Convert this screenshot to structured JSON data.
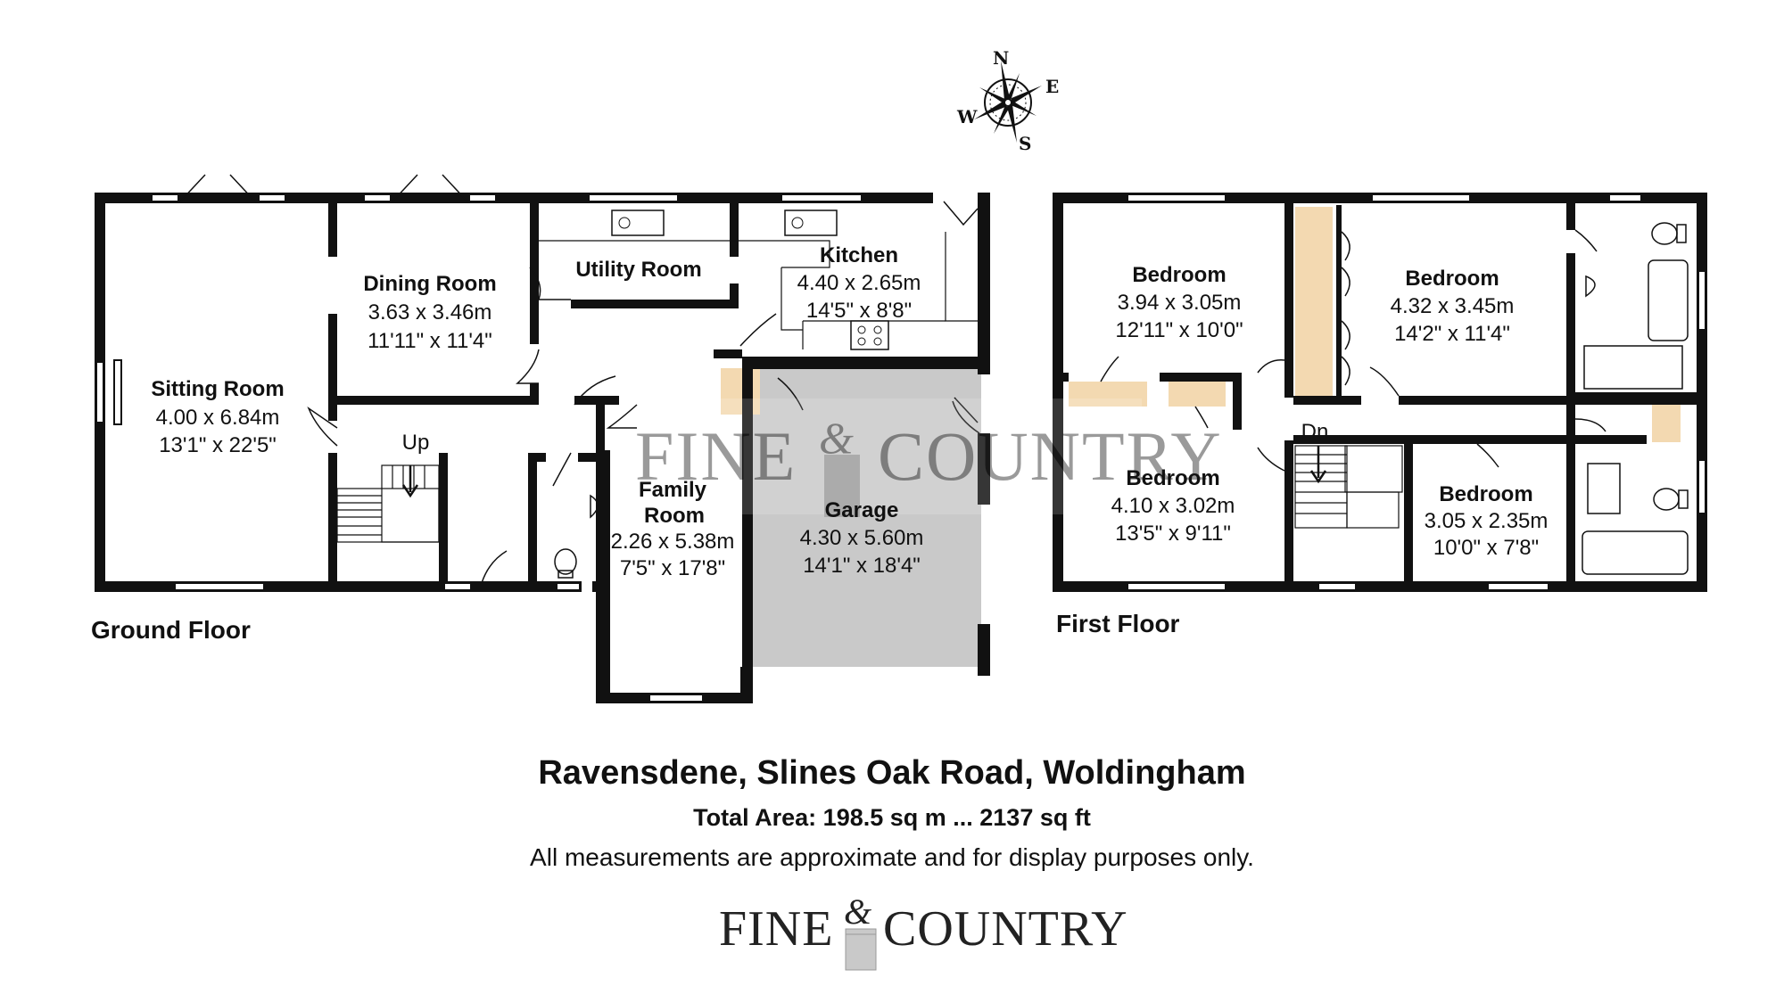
{
  "compass": {
    "n": "N",
    "e": "E",
    "s": "S",
    "w": "W"
  },
  "floors": {
    "ground": "Ground Floor",
    "first": "First Floor"
  },
  "rooms": {
    "sitting": {
      "name": "Sitting Room",
      "metric": "4.00 x 6.84m",
      "imperial": "13'1\" x 22'5\""
    },
    "dining": {
      "name": "Dining Room",
      "metric": "3.63 x 3.46m",
      "imperial": "11'11\" x 11'4\""
    },
    "utility": {
      "name": "Utility Room"
    },
    "kitchen": {
      "name": "Kitchen",
      "metric": "4.40 x 2.65m",
      "imperial": "14'5\" x 8'8\""
    },
    "family": {
      "name": "Family Room",
      "name_line1": "Family",
      "name_line2": "Room",
      "metric": "2.26 x 5.38m",
      "imperial": "7'5\" x 17'8\""
    },
    "garage": {
      "name": "Garage",
      "metric": "4.30 x 5.60m",
      "imperial": "14'1\" x 18'4\""
    },
    "bed1": {
      "name": "Bedroom",
      "metric": "3.94 x 3.05m",
      "imperial": "12'11\" x 10'0\""
    },
    "bed2": {
      "name": "Bedroom",
      "metric": "4.32 x 3.45m",
      "imperial": "14'2\" x 11'4\""
    },
    "bed3": {
      "name": "Bedroom",
      "metric": "4.10 x 3.02m",
      "imperial": "13'5\" x 9'11\""
    },
    "bed4": {
      "name": "Bedroom",
      "metric": "3.05 x 2.35m",
      "imperial": "10'0\" x 7'8\""
    }
  },
  "stairs": {
    "up": "Up",
    "down": "Dn"
  },
  "property": {
    "address": "Ravensdene, Slines Oak Road, Woldingham",
    "total_area": "Total Area: 198.5 sq m ... 2137 sq ft",
    "disclaimer": "All measurements are approximate and for display purposes only."
  },
  "brand": {
    "part1": "Fine",
    "ampersand": "&",
    "part2": "Country"
  },
  "colors": {
    "wall": "#111111",
    "garage": "#c9c9c9",
    "cupboard": "#f3d9b1",
    "gold": "#c8a44a"
  }
}
